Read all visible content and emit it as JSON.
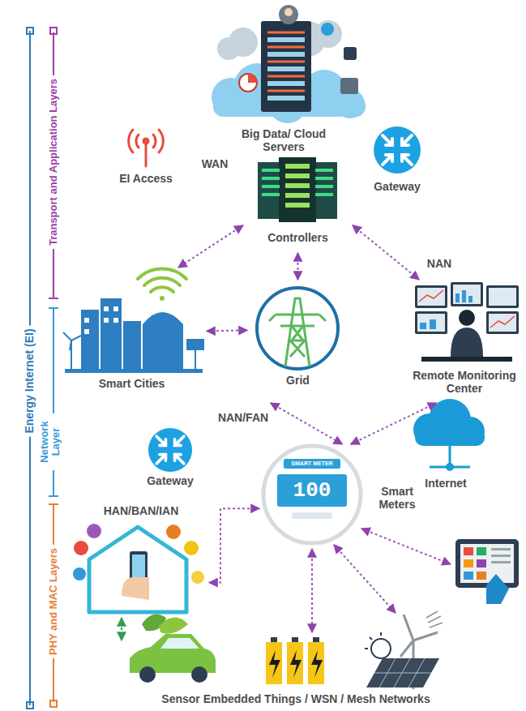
{
  "diagram": {
    "nodes": [
      {
        "text": [
          "Big Data/ Cloud Servers"
        ]
      },
      {
        "text": [
          "EI Access"
        ]
      },
      {
        "text": [
          "Gateway"
        ]
      },
      {
        "text": [
          "Controllers"
        ]
      },
      {
        "text": [
          "Smart Cities"
        ]
      },
      {
        "text": [
          "Grid"
        ]
      },
      {
        "text": [
          "Remote Monitoring Center"
        ]
      },
      {
        "text": [
          "Gateway"
        ]
      },
      {
        "text": [
          "Internet"
        ]
      },
      {
        "text": [
          "Smart Meters"
        ]
      },
      {
        "text": [
          "HAN/BAN/IAN"
        ]
      }
    ],
    "edges": [
      {
        "from": 3,
        "to": 4,
        "arrow": "both"
      },
      {
        "from": 3,
        "to": 5,
        "arrow": "both"
      },
      {
        "from": 3,
        "to": 6,
        "arrow": "both"
      },
      {
        "from": 4,
        "to": 5,
        "arrow": "both"
      },
      {
        "from": 5,
        "to": 9,
        "arrow": "both"
      },
      {
        "from": 9,
        "to": 6,
        "arrow": "both"
      },
      {
        "from": 9,
        "to": 10,
        "arrow": "both"
      }
    ],
    "labels": [
      "Energy Internet (EI)",
      "Transport and Application Layers",
      "Network Layer",
      "PHY and MAC Layers",
      "WAN",
      "NAN",
      "NAN/FAN",
      "SMART METER",
      "100",
      "Sensor Embedded Things / WSN / Mesh Networks"
    ]
  }
}
